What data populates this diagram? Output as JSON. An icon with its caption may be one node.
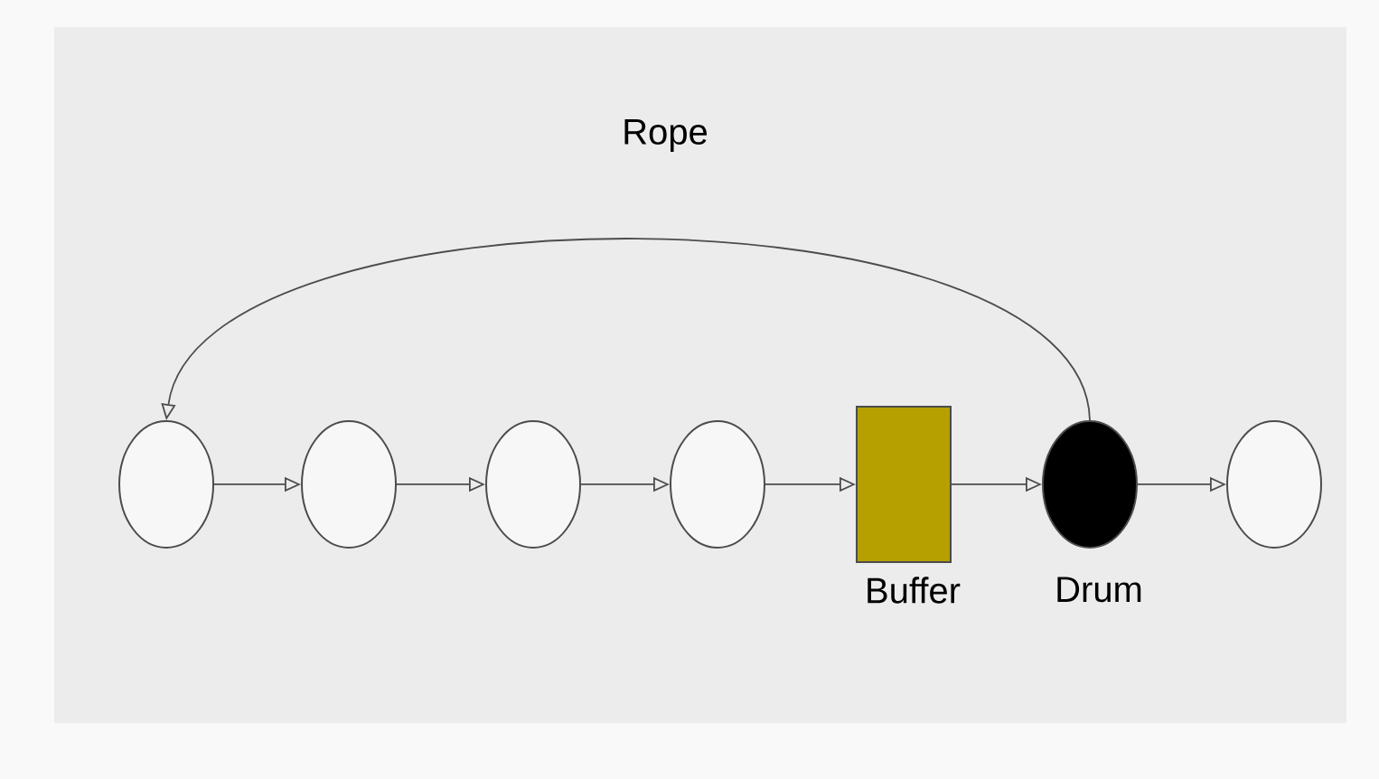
{
  "diagram": {
    "nodes": [
      {
        "text": [],
        "shape": "circle"
      },
      {
        "text": [],
        "shape": "circle"
      },
      {
        "text": [],
        "shape": "circle"
      },
      {
        "text": [],
        "shape": "circle"
      },
      {
        "text": [],
        "shape": "box",
        "beside": [
          "Buffer"
        ]
      },
      {
        "text": [],
        "shape": "circle",
        "beside": [
          "Drum"
        ]
      },
      {
        "text": [],
        "shape": "circle"
      }
    ],
    "edges": [
      {
        "from": 0,
        "to": 1,
        "arrow": "to"
      },
      {
        "from": 1,
        "to": 2,
        "arrow": "to"
      },
      {
        "from": 2,
        "to": 3,
        "arrow": "to"
      },
      {
        "from": 3,
        "to": 4,
        "arrow": "to"
      },
      {
        "from": 4,
        "to": 5,
        "arrow": "to"
      },
      {
        "from": 5,
        "to": 6,
        "arrow": "to"
      },
      {
        "from": 5,
        "to": 0,
        "arrow": "to",
        "label": "Rope"
      }
    ]
  }
}
